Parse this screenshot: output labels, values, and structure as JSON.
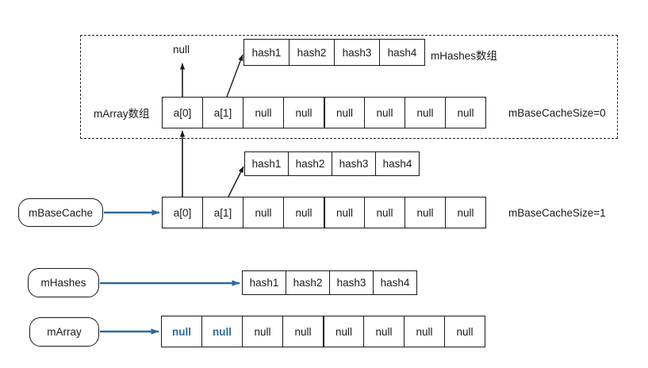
{
  "diagram": {
    "title_absent": true,
    "colors": {
      "stroke": "#1a1a1a",
      "blue_arrow": "#2e6a9a",
      "blue_text": "#2c6a96",
      "dashed": "#222222"
    },
    "groups": [
      {
        "name": "base-cache-slot-0-group",
        "note_label": "mBaseCacheSize=0",
        "hash_array": {
          "name": "mHashes-array-cached-0",
          "label": "mHashes数组",
          "cells": [
            "hash1",
            "hash2",
            "hash3",
            "hash4"
          ]
        },
        "value_array": {
          "name": "mArray-array-cached-0",
          "label": "mArray数组",
          "cells": [
            "a[0]",
            "a[1]",
            "null",
            "null",
            "null",
            "null",
            "null",
            "null"
          ]
        },
        "null_pointer_label": "null"
      },
      {
        "name": "base-cache-slot-1-group",
        "note_label": "mBaseCacheSize=1",
        "hash_array": {
          "name": "mHashes-array-cached-1",
          "cells": [
            "hash1",
            "hash2",
            "hash3",
            "hash4"
          ]
        },
        "value_array": {
          "name": "mArray-array-cached-1",
          "cells": [
            "a[0]",
            "a[1]",
            "null",
            "null",
            "null",
            "null",
            "null",
            "null"
          ]
        },
        "source_box": "mBaseCache"
      }
    ],
    "live_refs": [
      {
        "name": "mHashes-reference",
        "box_label": "mHashes",
        "array": {
          "name": "mHashes-array-live",
          "cells": [
            "hash1",
            "hash2",
            "hash3",
            "hash4"
          ]
        }
      },
      {
        "name": "mArray-reference",
        "box_label": "mArray",
        "array": {
          "name": "mArray-array-live",
          "cells": [
            "null",
            "null",
            "null",
            "null",
            "null",
            "null",
            "null",
            "null"
          ],
          "highlighted_indexes": [
            0,
            1
          ]
        }
      }
    ]
  }
}
